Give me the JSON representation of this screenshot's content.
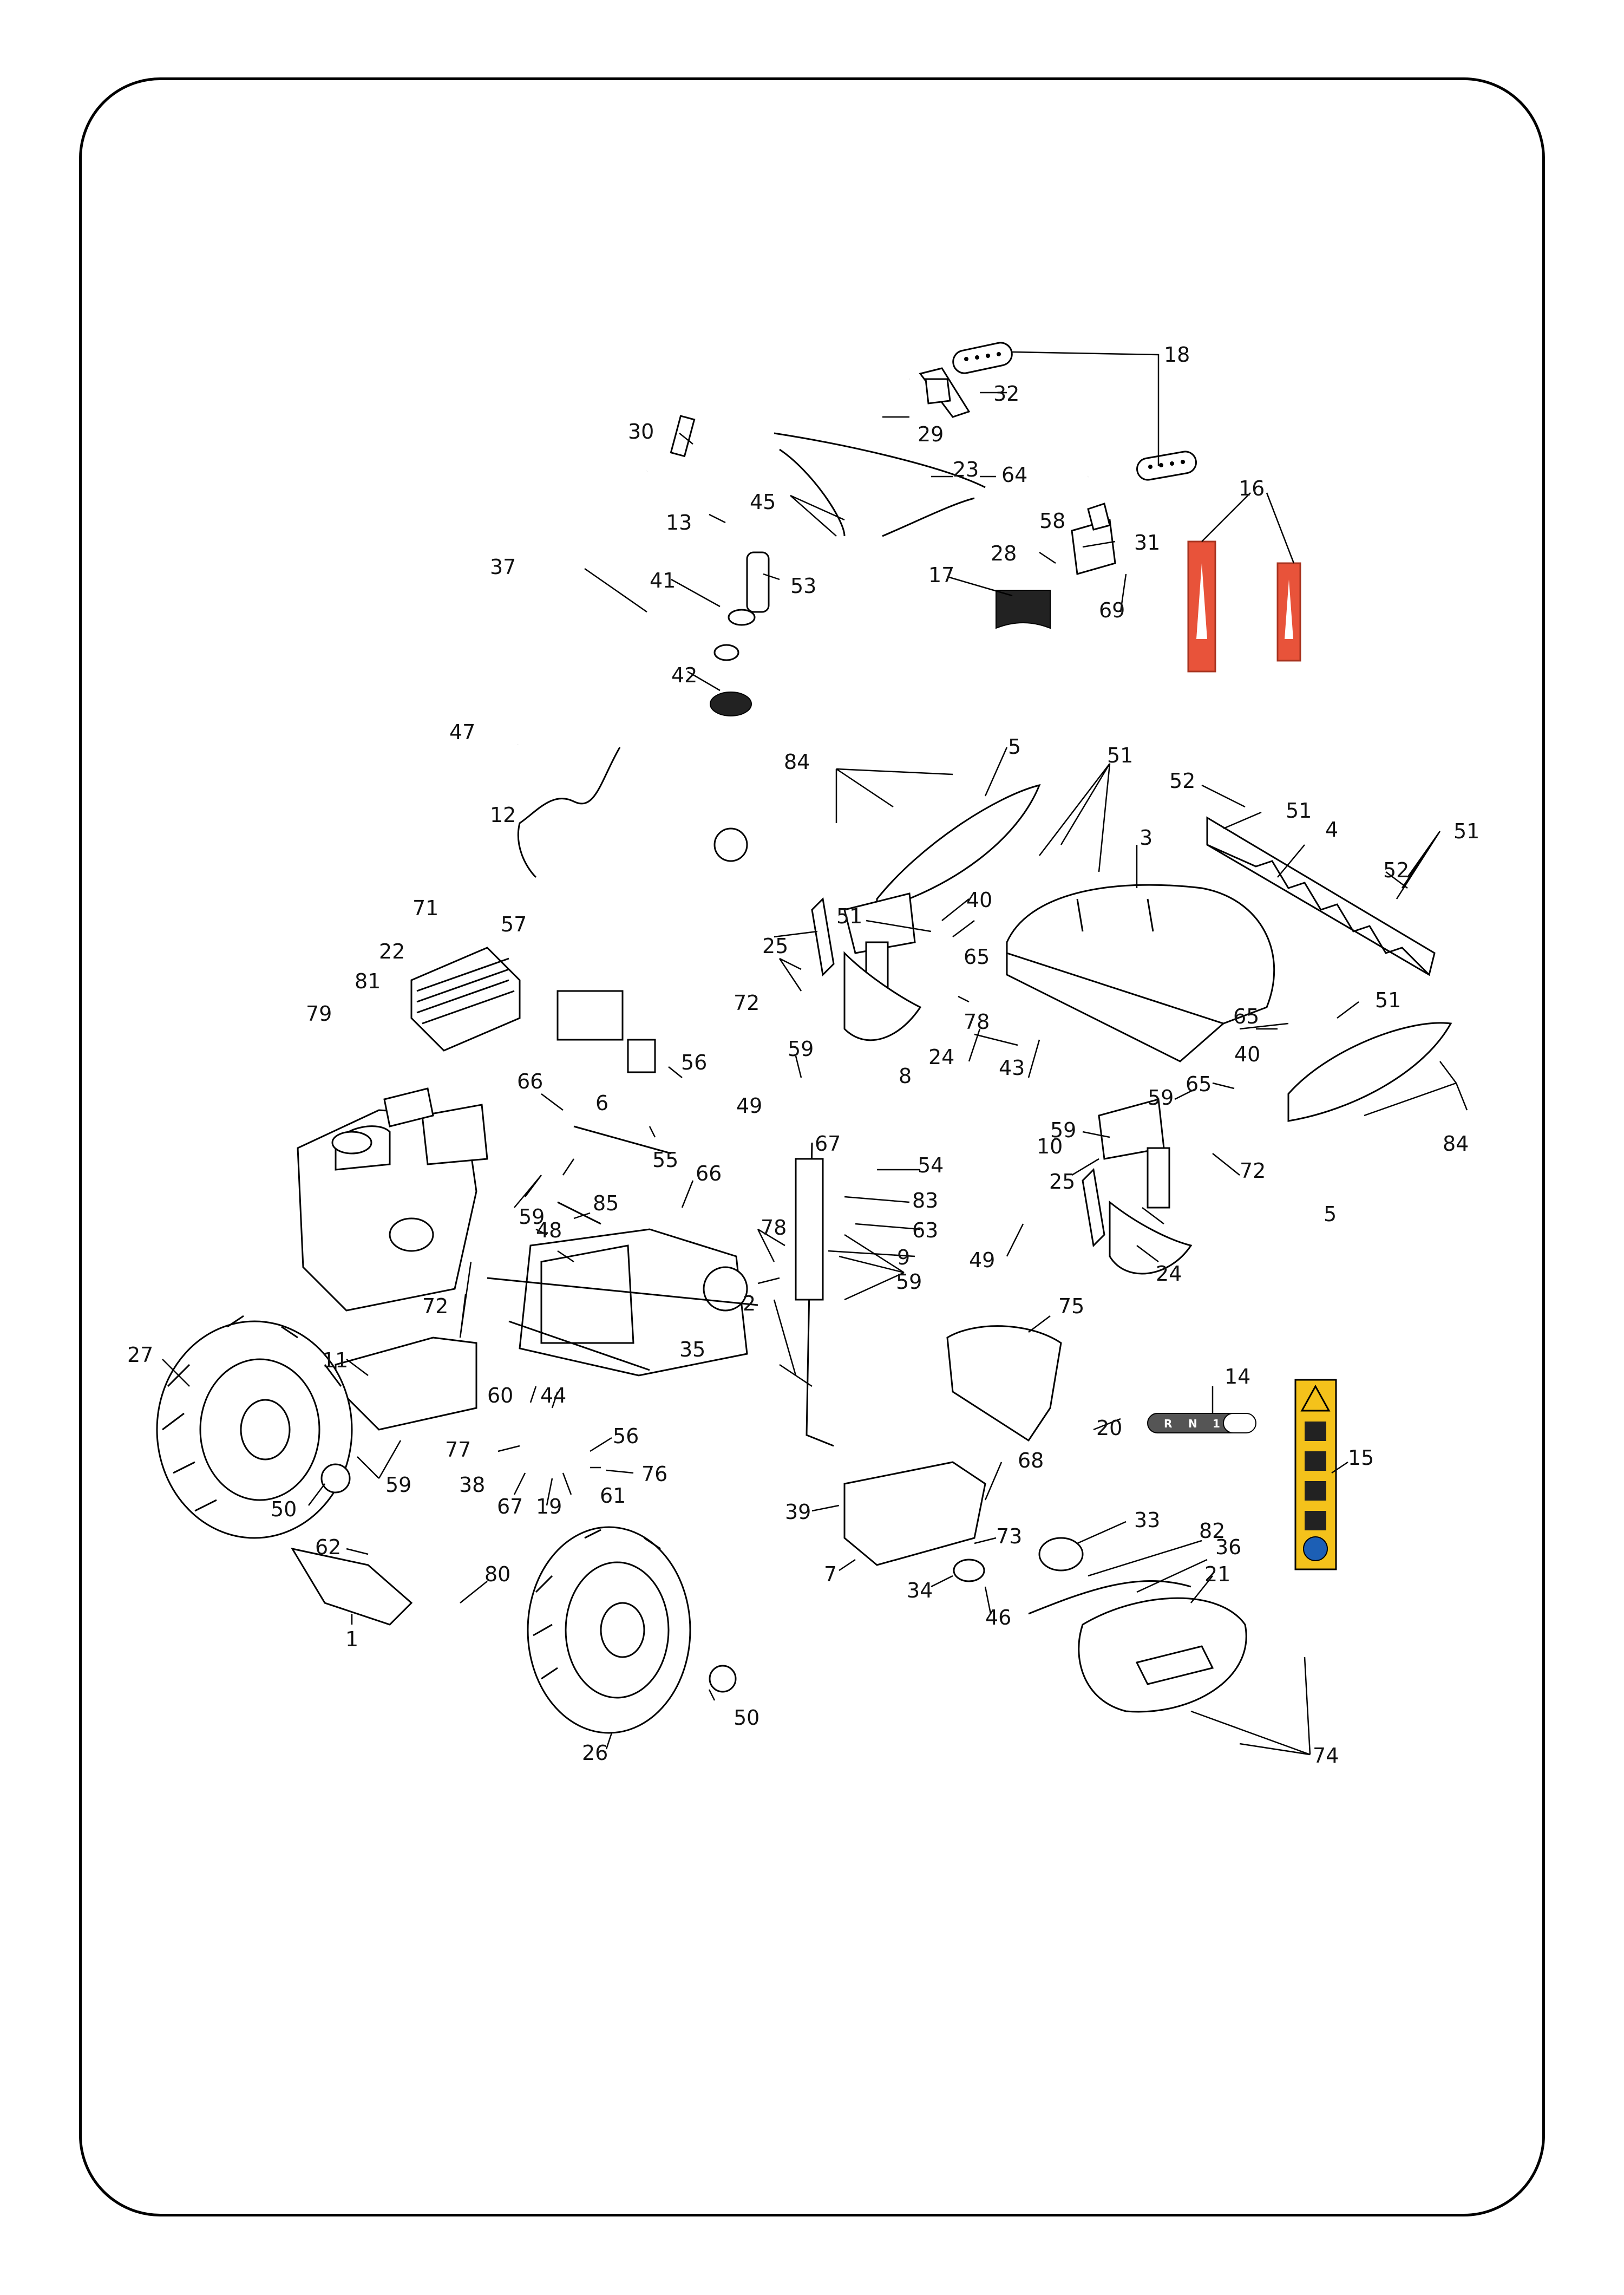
{
  "diagram": {
    "part_numbers": [
      "1",
      "2",
      "3",
      "4",
      "5",
      "5",
      "6",
      "7",
      "8",
      "9",
      "10",
      "11",
      "12",
      "13",
      "14",
      "15",
      "16",
      "17",
      "18",
      "19",
      "20",
      "21",
      "22",
      "23",
      "24",
      "24",
      "25",
      "25",
      "26",
      "27",
      "28",
      "29",
      "30",
      "31",
      "32",
      "33",
      "34",
      "35",
      "36",
      "37",
      "38",
      "39",
      "40",
      "40",
      "41",
      "42",
      "43",
      "44",
      "45",
      "46",
      "47",
      "48",
      "49",
      "49",
      "50",
      "50",
      "51",
      "51",
      "51",
      "51",
      "51",
      "52",
      "52",
      "53",
      "54",
      "55",
      "56",
      "56",
      "57",
      "58",
      "59",
      "59",
      "59",
      "59",
      "59",
      "59",
      "60",
      "61",
      "62",
      "63",
      "64",
      "65",
      "65",
      "65",
      "66",
      "66",
      "67",
      "67",
      "68",
      "69",
      "71",
      "72",
      "72",
      "72",
      "73",
      "74",
      "75",
      "76",
      "77",
      "78",
      "78",
      "79",
      "80",
      "81",
      "82",
      "83",
      "84",
      "84",
      "85"
    ],
    "gear_decal": {
      "labels": [
        "R",
        "N",
        "1"
      ]
    }
  },
  "colors": {
    "decal_orange": "#e8533a",
    "decal_yellow": "#f4c21b",
    "line": "#000000"
  }
}
